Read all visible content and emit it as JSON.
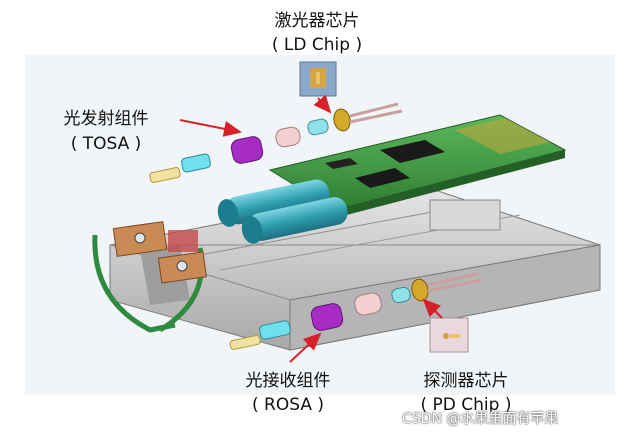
{
  "labels": {
    "ld_chip_cn": "激光器芯片",
    "ld_chip_en": "( LD Chip )",
    "tosa_cn": "光发射组件",
    "tosa_en": "( TOSA )",
    "rosa_cn": "光接收组件",
    "rosa_en": "( ROSA )",
    "pd_chip_cn": "探测器芯片",
    "pd_chip_en": "( PD Chip )"
  },
  "watermark": "CSDN @水果里面有苹果",
  "colors": {
    "arrow": "#d8202a",
    "pcb": "#3a9a3a",
    "tosa_body": "#2f9fb2",
    "purple_part": "#9a27b8",
    "cyan_part": "#5fd8e6",
    "pink_part": "#f1cccc",
    "gold_part": "#caa21c",
    "housing": "#c9c9c9"
  }
}
